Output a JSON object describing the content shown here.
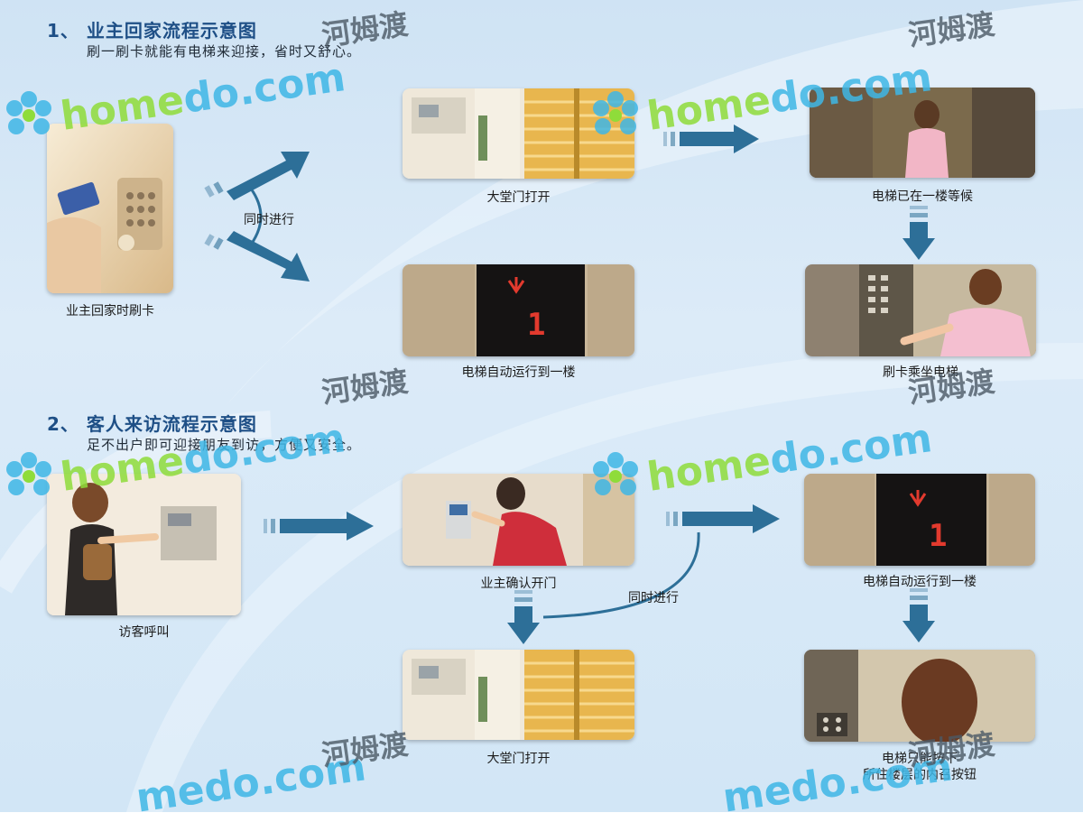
{
  "section1": {
    "title": "1、 业主回家流程示意图",
    "subtitle": "刷一刷卡就能有电梯来迎接，省时又舒心。",
    "captions": {
      "swipe": "业主回家时刷卡",
      "lobby_open": "大堂门打开",
      "elevator_auto": "电梯自动运行到一楼",
      "elevator_waiting": "电梯已在一楼等候",
      "swipe_ride": "刷卡乘坐电梯",
      "simultaneous": "同时进行"
    }
  },
  "section2": {
    "title": "2、 客人来访流程示意图",
    "subtitle": "足不出户即可迎接朋友到访，方便又安全。",
    "captions": {
      "visitor_call": "访客呼叫",
      "owner_confirm": "业主确认开门",
      "lobby_open": "大堂门打开",
      "elevator_auto": "电梯自动运行到一楼",
      "elevator_only_line1": "电梯只能按下",
      "elevator_only_line2": "所住楼层的内召按钮",
      "simultaneous": "同时进行"
    }
  },
  "watermark": {
    "brand_green": "home",
    "brand_blue": "do.com",
    "brand_short_blue": "medo.com",
    "brand_cn": "河姆渡"
  },
  "colors": {
    "title": "#1e4f86",
    "arrow": "#2d6f98",
    "watermark_green": "#8fdc3a",
    "watermark_blue": "#3fb7e6"
  }
}
